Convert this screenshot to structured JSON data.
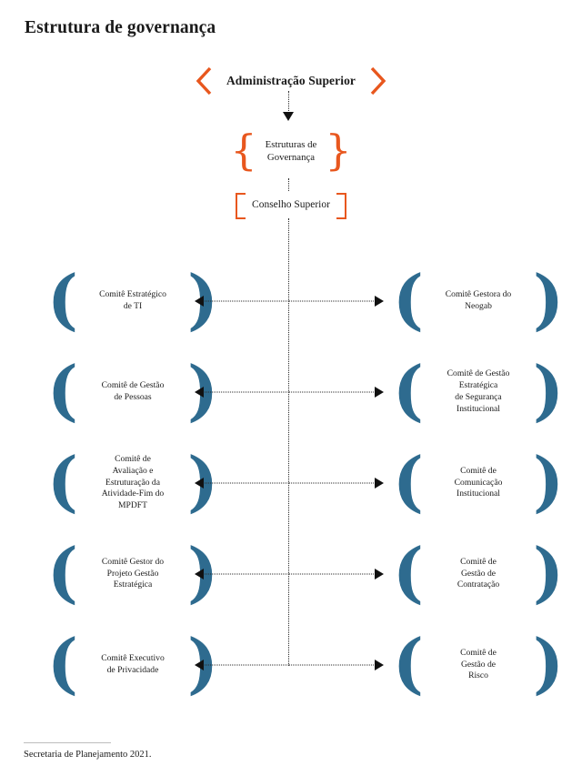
{
  "page": {
    "title": "Estrutura de governança"
  },
  "colors": {
    "accent_orange": "#E8571E",
    "node_blue": "#2E6B8F",
    "connector_black": "#2b2b2b",
    "text": "#1a1a1a",
    "background": "#ffffff"
  },
  "top_node": {
    "label": "Administração Superior",
    "left_bracket": "chevron-left",
    "right_bracket": "chevron-right"
  },
  "governance_node": {
    "label": "Estruturas de\nGovernança",
    "left_bracket": "{",
    "right_bracket": "}"
  },
  "council_node": {
    "label": "Conselho Superior",
    "left_bracket": "[",
    "right_bracket": "]"
  },
  "committee_rows": [
    {
      "left": {
        "label": "Comitê Estratégico\nde TI"
      },
      "right": {
        "label": "Comitê Gestora do\nNeogab"
      }
    },
    {
      "left": {
        "label": "Comitê de Gestão\nde Pessoas"
      },
      "right": {
        "label": "Comitê de Gestão\nEstratégica\nde Segurança\nInstitucional"
      }
    },
    {
      "left": {
        "label": "Comitê de\nAvaliação e\nEstruturação da\nAtividade-Fim do\nMPDFT"
      },
      "right": {
        "label": "Comitê de\nComunicação\nInstitucional"
      }
    },
    {
      "left": {
        "label": "Comitê Gestor do\nProjeto Gestão\nEstratégica"
      },
      "right": {
        "label": "Comitê de\nGestão de\nContratação"
      }
    },
    {
      "left": {
        "label": "Comitê Executivo\nde Privacidade"
      },
      "right": {
        "label": "Comitê de\nGestão de\nRisco"
      }
    }
  ],
  "footer": {
    "text": "Secretaria de Planejamento 2021."
  }
}
